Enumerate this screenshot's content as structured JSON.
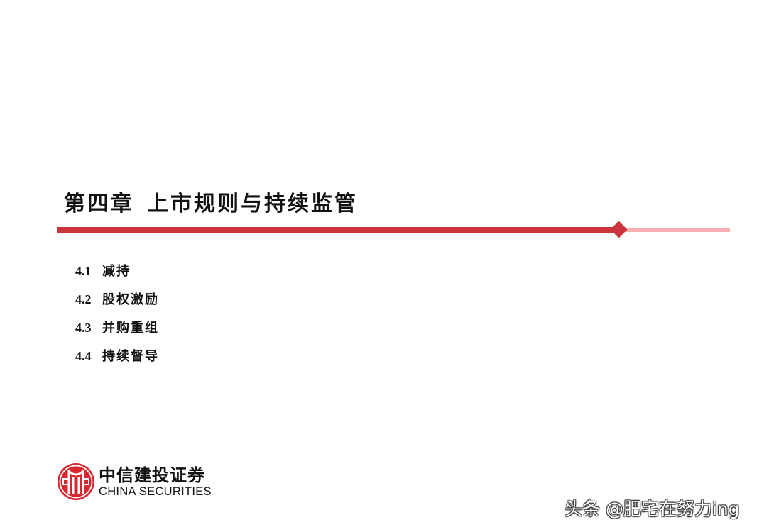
{
  "slide": {
    "chapter_label": "第四章",
    "chapter_title": "上市规则与持续监管",
    "colors": {
      "accent_red": "#c9353a",
      "accent_light_red": "#f7b0b2"
    }
  },
  "toc": {
    "items": [
      {
        "number": "4.1",
        "label": "减持"
      },
      {
        "number": "4.2",
        "label": "股权激励"
      },
      {
        "number": "4.3",
        "label": "并购重组"
      },
      {
        "number": "4.4",
        "label": "持续督导"
      }
    ]
  },
  "logo": {
    "icon": "citic-logo-icon",
    "name_cn": "中信建投证券",
    "name_en": "CHINA SECURITIES"
  },
  "watermark": {
    "text": "头条 @肥宅在努力ing"
  }
}
